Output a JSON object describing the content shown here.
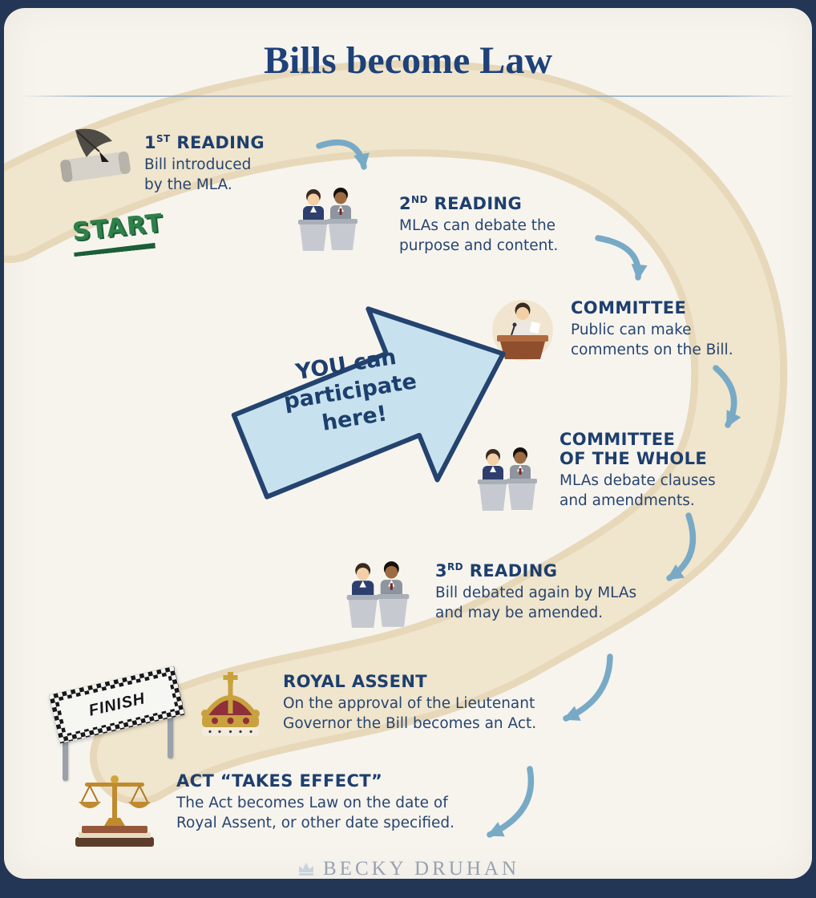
{
  "title": "Bills become Law",
  "start_label": "START",
  "finish_label": "FINISH",
  "arrow_callout": {
    "line1": "YOU can",
    "line2": "participate",
    "line3": "here!"
  },
  "steps": [
    {
      "num": "1",
      "sup": "ST",
      "rest": " READING",
      "desc": "Bill introduced\nby the MLA."
    },
    {
      "num": "2",
      "sup": "ND",
      "rest": " READING",
      "desc": "MLAs can debate the\npurpose and content."
    },
    {
      "title": "COMMITTEE",
      "desc": "Public can make\ncomments on the Bill."
    },
    {
      "title": "COMMITTEE\nOF THE WHOLE",
      "desc": "MLAs debate clauses\nand amendments."
    },
    {
      "num": "3",
      "sup": "RD",
      "rest": " READING",
      "desc": "Bill debated again by MLAs\nand may be amended."
    },
    {
      "title": "ROYAL ASSENT",
      "desc": "On the approval of the Lieutenant\nGovernor the Bill becomes an Act."
    },
    {
      "title": "ACT “TAKES EFFECT”",
      "desc": "The Act becomes Law on the date of\nRoyal Assent, or other date specified."
    }
  ],
  "footer": {
    "brand": "BECKY DRUHAN"
  },
  "colors": {
    "accent_navy": "#1d3f6e",
    "road_beige": "#e7d8ba",
    "arrow_blue": "#78aac6",
    "start_green": "#2f8049",
    "card_cream": "#f7f4ee",
    "background_navy": "#243655"
  }
}
